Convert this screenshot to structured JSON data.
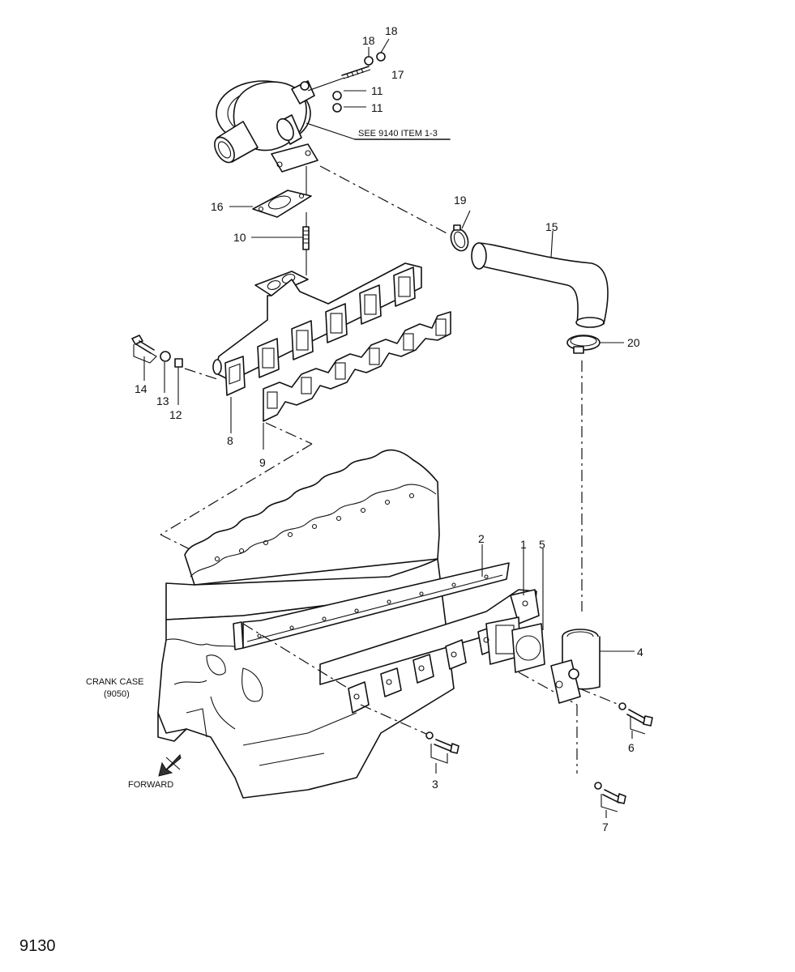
{
  "callouts": {
    "c1": "1",
    "c2": "2",
    "c3": "3",
    "c4": "4",
    "c5": "5",
    "c6": "6",
    "c7": "7",
    "c8": "8",
    "c9": "9",
    "c10": "10",
    "c11a": "11",
    "c11b": "11",
    "c12": "12",
    "c13": "13",
    "c14": "14",
    "c15": "15",
    "c16": "16",
    "c17": "17",
    "c18a": "18",
    "c18b": "18",
    "c19": "19",
    "c20": "20"
  },
  "notes": {
    "see_ref": "SEE 9140 ITEM 1-3",
    "crank_case_line1": "CRANK CASE",
    "crank_case_line2": "(9050)",
    "forward": "FORWARD"
  },
  "page_number": "9130"
}
